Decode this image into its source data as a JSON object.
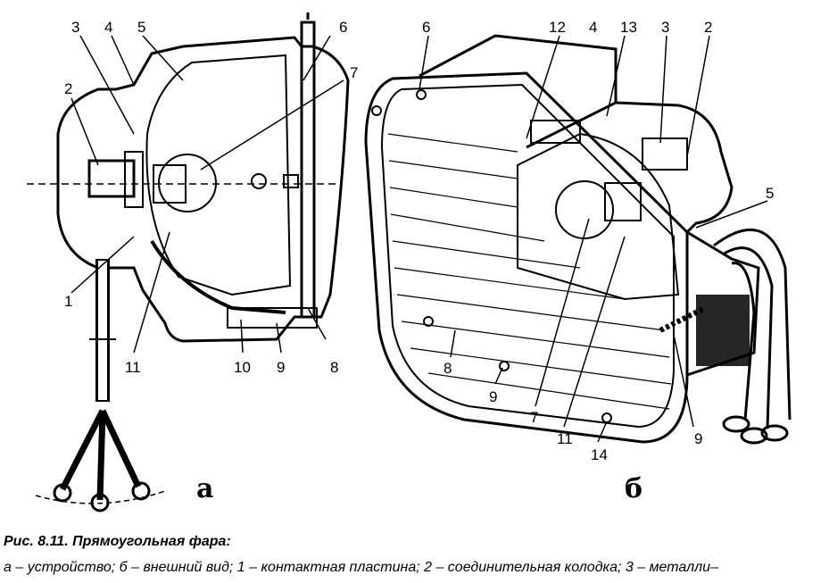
{
  "figure": {
    "title": "Рис. 8.11. Прямоугольная фара:",
    "caption": "а – устройство; б – внешний вид; 1 – контактная пластина; 2 – соединительная колодка; 3 – металли–",
    "panel_a": {
      "letter": "а",
      "callouts": [
        "1",
        "2",
        "3",
        "4",
        "5",
        "6",
        "7",
        "8",
        "9",
        "10",
        "11"
      ]
    },
    "panel_b": {
      "letter": "б",
      "callouts": [
        "2",
        "3",
        "4",
        "5",
        "6",
        "7",
        "8",
        "9",
        "9",
        "11",
        "12",
        "13",
        "14"
      ]
    }
  }
}
